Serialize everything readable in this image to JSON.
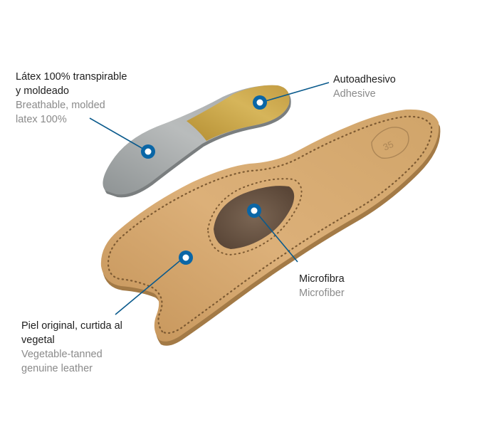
{
  "callouts": {
    "latex": {
      "es": "Látex 100% transpirable\ny moldeado",
      "en": "Breathable, molded\nlatex 100%"
    },
    "adhesive": {
      "es": "Autoadhesivo",
      "en": "Adhesive"
    },
    "microfiber": {
      "es": "Microfibra",
      "en": "Microfiber"
    },
    "leather": {
      "es": "Piel original, curtida al\nvegetal",
      "en": "Vegetable-tanned\ngenuine leather"
    }
  },
  "insole_size_mark": "35",
  "colors": {
    "callout_line": "#0a5a8c",
    "marker_ring": "#0a66a6",
    "latex": "#a8acad",
    "adhesive": "#c9a94a",
    "leather": "#d4a76a",
    "microfiber": "#6e5a4a"
  }
}
